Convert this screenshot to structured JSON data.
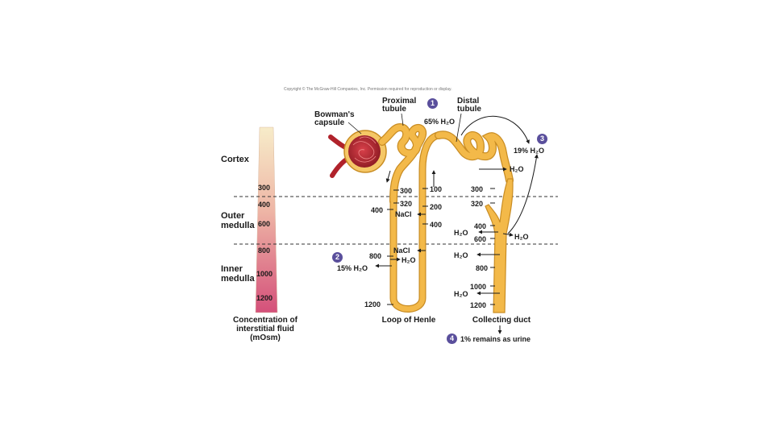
{
  "copyright": "Copyright © The McGraw-Hill Companies, Inc. Permission required for reproduction or display.",
  "zones": {
    "cortex": "Cortex",
    "outer_medulla": "Outer\nmedulla",
    "inner_medulla": "Inner\nmedulla"
  },
  "scale": {
    "values": [
      "300",
      "400",
      "600",
      "800",
      "1000",
      "1200"
    ],
    "caption": "Concentration of\ninterstitial fluid\n(mOsm)"
  },
  "structures": {
    "bowmans_capsule": "Bowman's\ncapsule",
    "proximal_tubule": "Proximal\ntubule",
    "distal_tubule": "Distal\ntubule",
    "loop_caption": "Loop of Henle",
    "duct_caption": "Collecting duct"
  },
  "steps": {
    "s1": "1",
    "s1_label": "65% H₂O",
    "s2": "2",
    "s2_label": "15% H₂O",
    "s3": "3",
    "s3_label": "19% H₂O",
    "s4": "4",
    "s4_label": "1% remains as urine"
  },
  "loop": {
    "desc_300": "300",
    "desc_320": "320",
    "desc_400": "400",
    "desc_800": "800",
    "desc_1200": "1200",
    "nacl_upper": "NaCl",
    "nacl_lower": "NaCl",
    "h2o_lower": "H₂O",
    "asc_100": "100",
    "asc_200": "200",
    "asc_400": "400"
  },
  "duct": {
    "c_300": "300",
    "c_320": "320",
    "c_400": "400",
    "c_600": "600",
    "c_800": "800",
    "c_1000": "1000",
    "c_1200": "1200",
    "h2o_top": "H₂O",
    "h2o_400": "H₂O",
    "h2o_right": "H₂O",
    "h2o_mid": "H₂O",
    "h2o_low": "H₂O"
  },
  "colors": {
    "tubule": "#f3b949",
    "tubule_edge": "#c98d24",
    "glomerulus": "#b0222b",
    "scale_top": "#f6e6bd",
    "scale_bottom": "#d6547a",
    "step_badge": "#5a4f9c"
  }
}
